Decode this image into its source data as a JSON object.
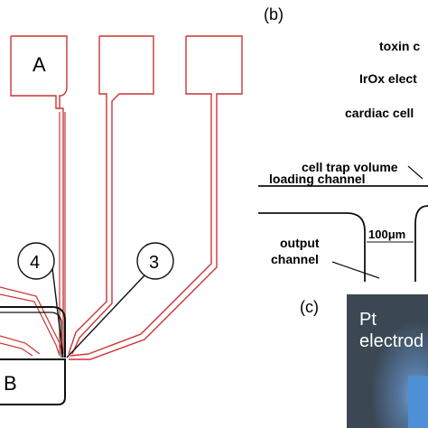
{
  "panel_a": {
    "label_a": "A",
    "label_b": "B",
    "callout_4": "4",
    "callout_3": "3"
  },
  "panel_b": {
    "panel_label": "(b)",
    "toxin_label": "toxin c",
    "irox_label": "IrOx elect",
    "cardiac_label": "cardiac cell",
    "trap_label": "cell trap volume",
    "loading_label": "loading channel",
    "dimension_label": "100μm",
    "output_label_line1": "output",
    "output_label_line2": "channel"
  },
  "panel_c": {
    "panel_label": "(c)",
    "pt_line1": "Pt",
    "pt_line2": "electrod"
  },
  "colors": {
    "trace_red": "#cc3333",
    "trace_black": "#111111",
    "photo_bg": "#3e4e5c",
    "photo_glow": "#5d8fc7"
  }
}
